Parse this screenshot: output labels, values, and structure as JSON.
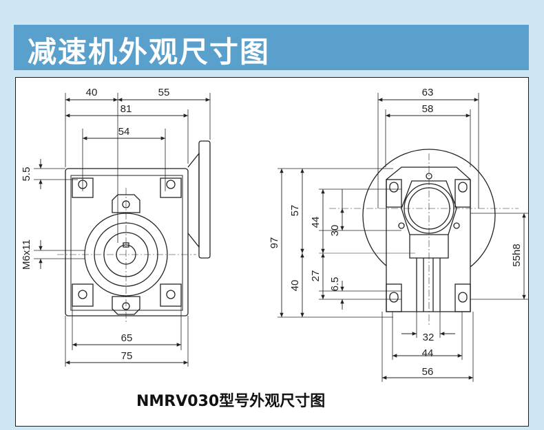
{
  "banner": {
    "title": "减速机外观尺寸图"
  },
  "caption": "NMRV030型号外观尺寸图",
  "front_view": {
    "dims": {
      "top_left": "40",
      "top_right": "55",
      "overall_width": "81",
      "bolt_span": "54",
      "left_top": "5.5",
      "left_thread": "M6x11",
      "bottom_inner": "65",
      "bottom_outer": "75"
    }
  },
  "side_view": {
    "dims": {
      "top_outer": "63",
      "top_inner": "58",
      "height_total": "97",
      "height_upper": "57",
      "height_44": "44",
      "height_30": "30",
      "height_lower": "40",
      "height_27": "27",
      "height_65": "6.5",
      "right_bore": "55h8",
      "bottom_32": "32",
      "bottom_44": "44",
      "bottom_56": "56"
    }
  }
}
